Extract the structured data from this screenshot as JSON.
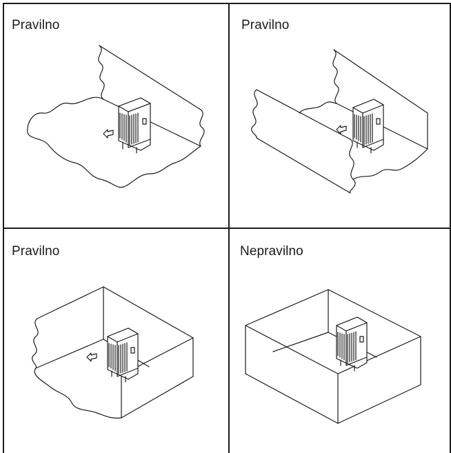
{
  "panels": [
    {
      "id": "top-left",
      "label": "Pravilno",
      "verdict": "correct"
    },
    {
      "id": "top-right",
      "label": "Pravilno",
      "verdict": "correct"
    },
    {
      "id": "bottom-left",
      "label": "Pravilno",
      "verdict": "correct"
    },
    {
      "id": "bottom-right",
      "label": "Nepravilno",
      "verdict": "incorrect"
    }
  ],
  "icons": {
    "unit": "outdoor-unit-icon",
    "airflow": "airflow-arrow-icon"
  },
  "colors": {
    "line": "#1a1a1a",
    "background": "#ffffff"
  }
}
